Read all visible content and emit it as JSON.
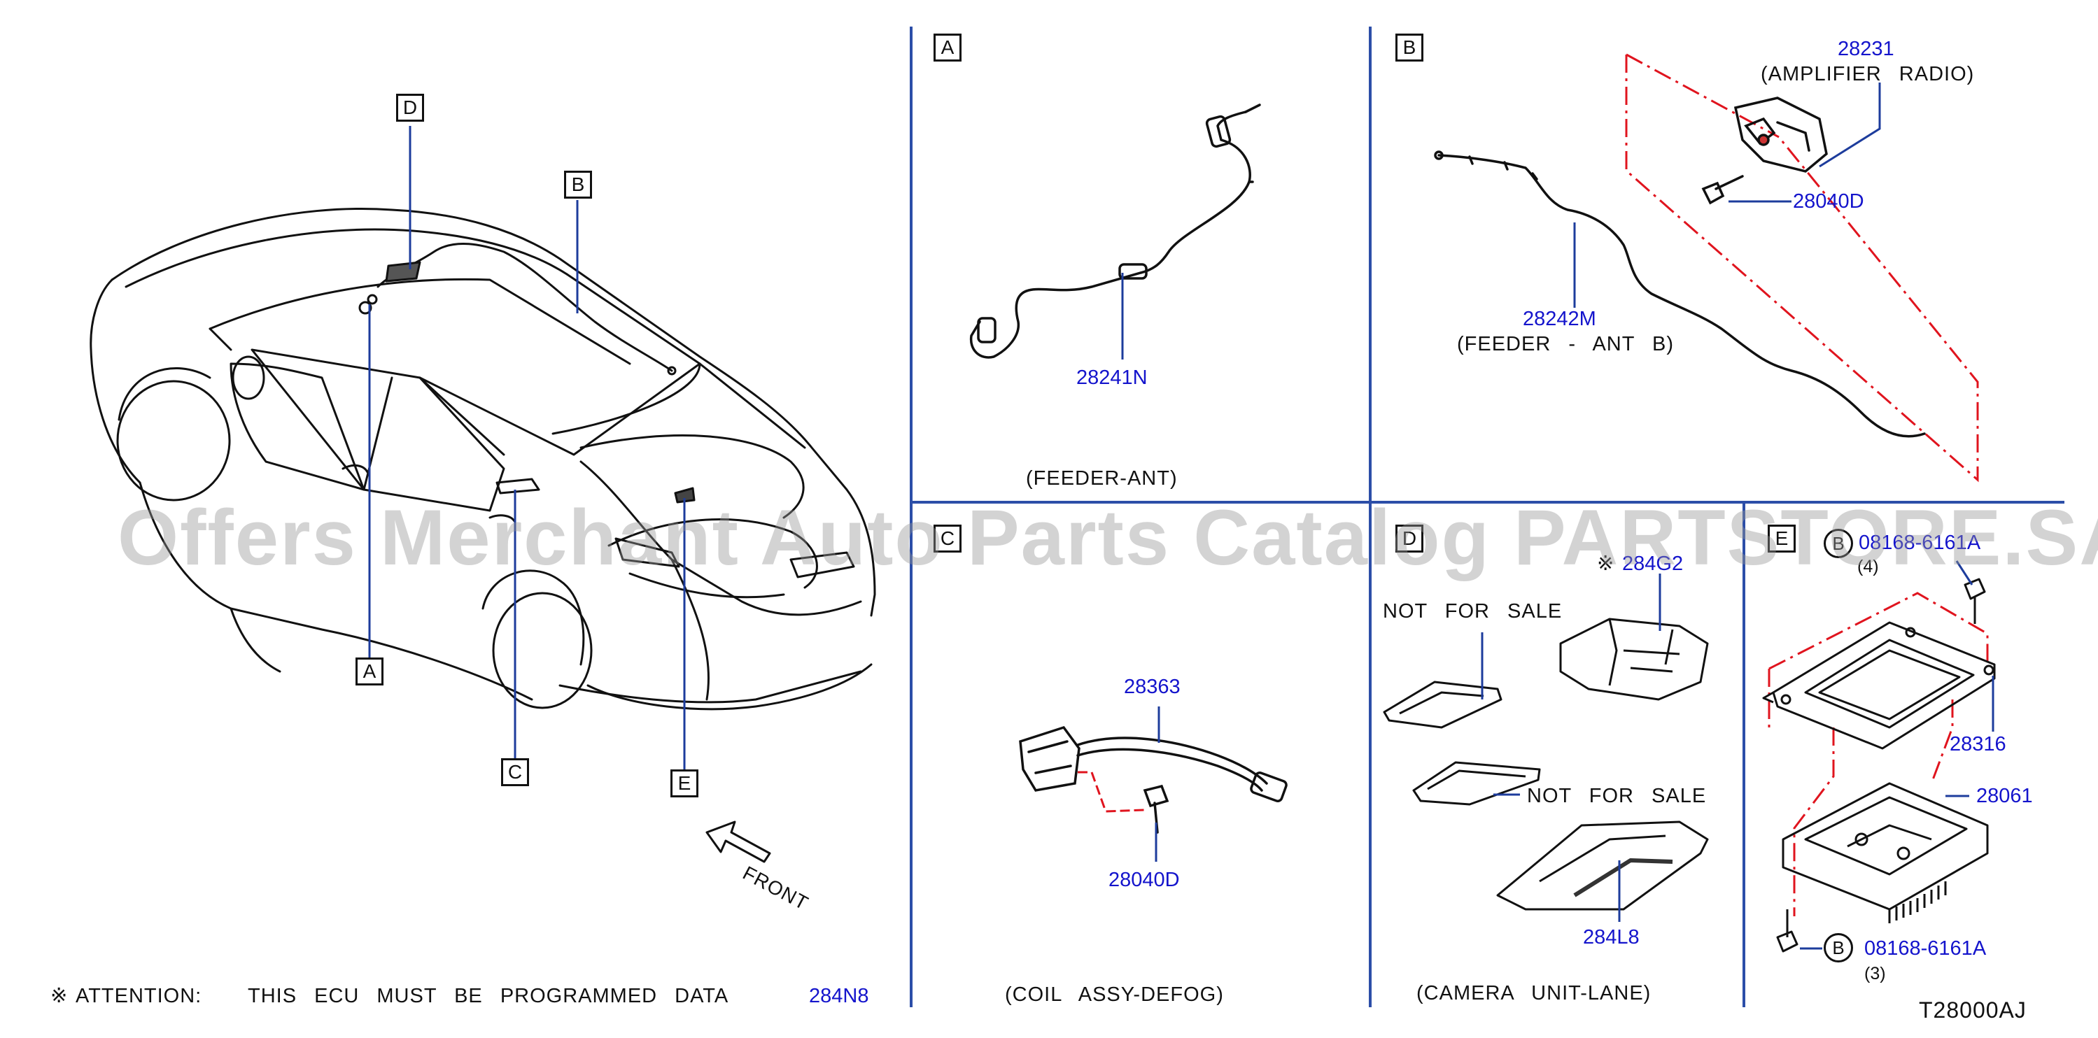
{
  "attention": {
    "mark": "※",
    "label": "ATTENTION:",
    "text": "THIS ECU MUST BE PROGRAMMED DATA",
    "part": "284N8"
  },
  "diagram_code": "T28000AJ",
  "watermark": "Offers Merchant Auto Parts Catalog PARTSTORE.SA",
  "overview": {
    "callouts": {
      "a": "A",
      "b": "B",
      "c": "C",
      "d": "D",
      "e": "E"
    },
    "front_label": "FRONT"
  },
  "section_a": {
    "letter": "A",
    "part": "28241N",
    "caption": "(FEEDER-ANT)"
  },
  "section_b": {
    "letter": "B",
    "amp_part": "28231",
    "amp_name": "(AMPLIFIER RADIO)",
    "bolt_part": "28040D",
    "feeder_part": "28242M",
    "feeder_name": "(FEEDER - ANT B)"
  },
  "section_c": {
    "letter": "C",
    "coil_part": "28363",
    "bolt_part": "28040D",
    "caption": "(COIL ASSY-DEFOG)"
  },
  "section_d": {
    "letter": "D",
    "mark": "※",
    "camera_part": "284G2",
    "nfs1": "NOT FOR SALE",
    "nfs2": "NOT FOR SALE",
    "cover_part": "284L8",
    "caption": "(CAMERA UNIT-LANE)"
  },
  "section_e": {
    "letter": "E",
    "circle": "B",
    "bolt_top_part": "08168-6161A",
    "bolt_top_qty": "(4)",
    "bracket_part": "28316",
    "ecu_part": "28061",
    "bolt_bottom_part": "08168-6161A",
    "bolt_bottom_qty": "(3)"
  },
  "colors": {
    "part_number": "#1414cc",
    "divider": "#2c4ea8",
    "leader": "#1d3c9c",
    "phantom": "#e0141e",
    "ink": "#111111"
  }
}
